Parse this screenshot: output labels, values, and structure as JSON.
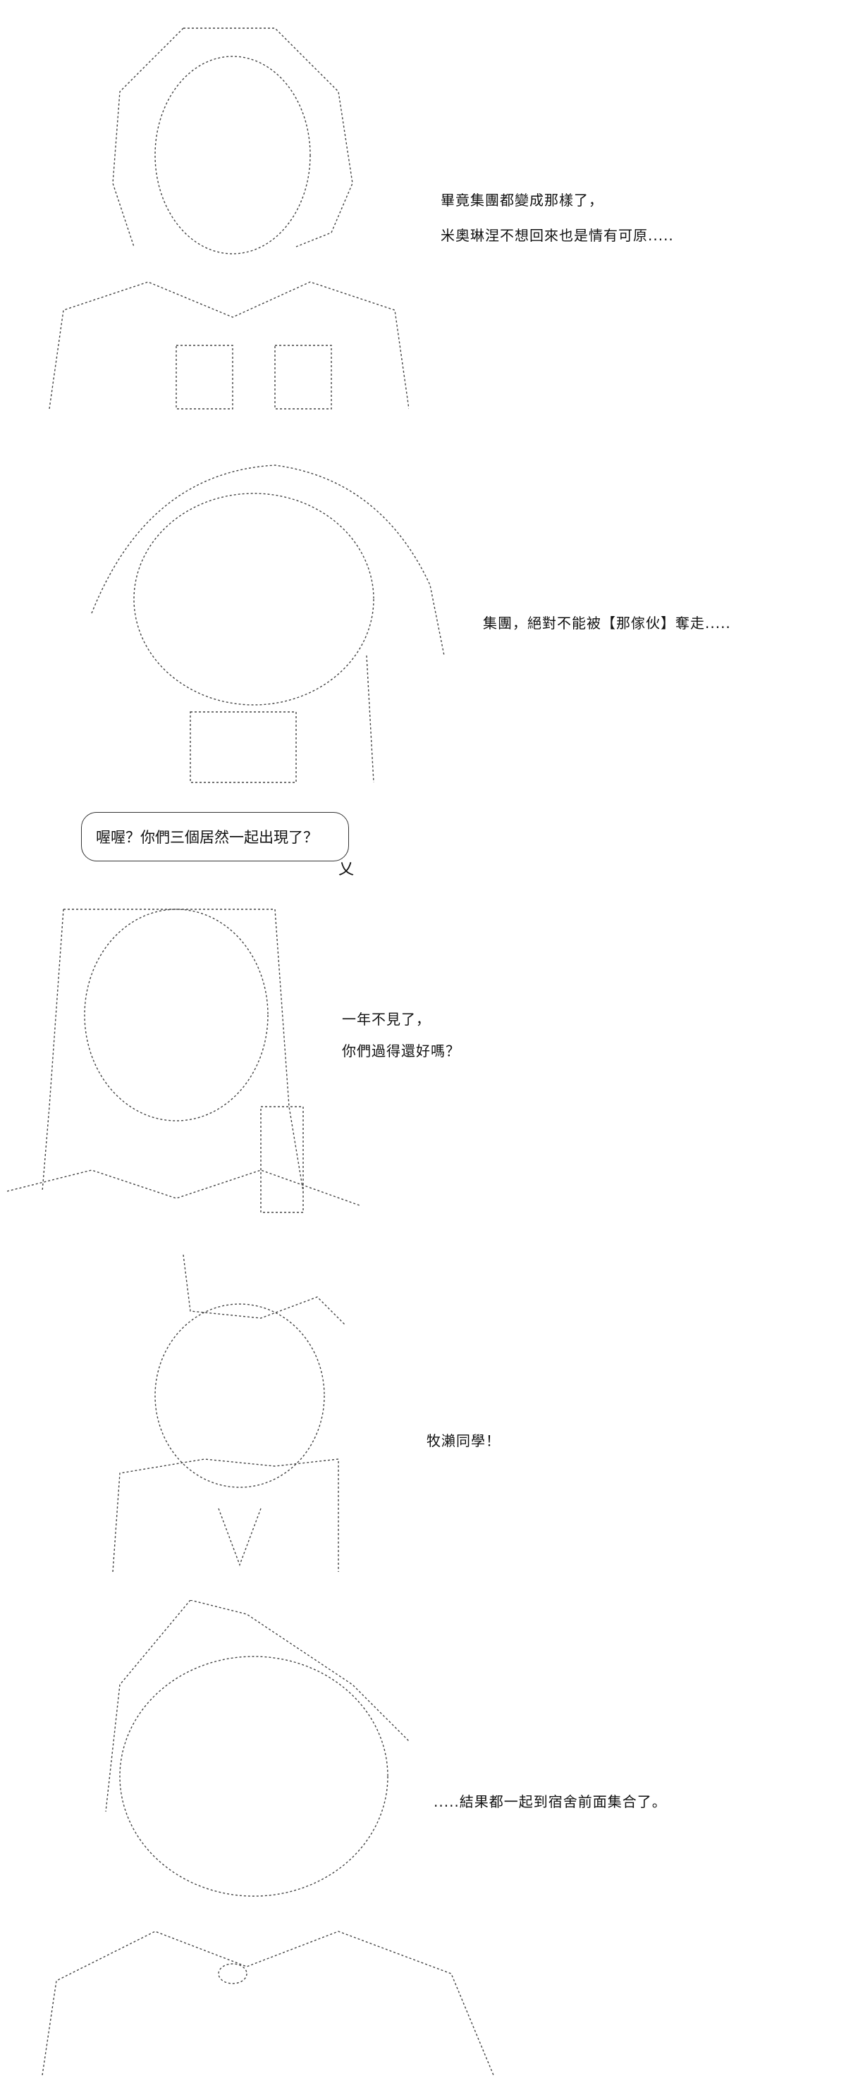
{
  "panels": [
    {
      "lines": [
        "畢竟集團都變成那樣了，",
        "米奧琳涅不想回來也是情有可原....."
      ]
    },
    {
      "lines": [
        "集團，絕對不能被【那傢伙】奪走....."
      ]
    },
    {
      "bubble": "喔喔？你們三個居然一起出現了？"
    },
    {
      "lines": [
        "一年不見了，",
        "你們過得還好嗎？"
      ]
    },
    {
      "lines": [
        "牧瀨同學！"
      ]
    },
    {
      "lines": [
        ".....結果都一起到宿舍前面集合了。"
      ]
    }
  ]
}
